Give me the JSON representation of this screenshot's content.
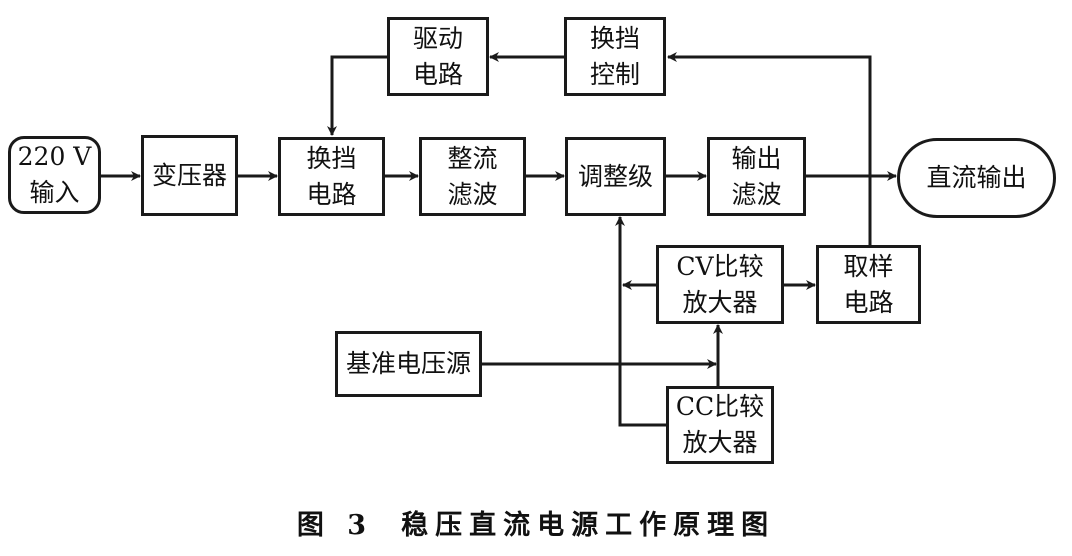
{
  "diagram": {
    "title": "稳压直流电源工作原理图",
    "figure_label": "图 3",
    "nodes": {
      "input": {
        "lines": [
          "220 V",
          "输入"
        ]
      },
      "transformer": {
        "lines": [
          "变压器"
        ]
      },
      "range_switch": {
        "lines": [
          "换挡",
          "电路"
        ]
      },
      "rectifier": {
        "lines": [
          "整流",
          "滤波"
        ]
      },
      "regulator": {
        "lines": [
          "调整级"
        ]
      },
      "out_filter": {
        "lines": [
          "输出",
          "滤波"
        ]
      },
      "dc_output": {
        "lines": [
          "直流输出"
        ]
      },
      "driver": {
        "lines": [
          "驱动",
          "电路"
        ]
      },
      "range_ctrl": {
        "lines": [
          "换挡",
          "控制"
        ]
      },
      "sampling": {
        "lines": [
          "取样",
          "电路"
        ]
      },
      "cv_amp": {
        "lines": [
          "CV比较",
          "放大器"
        ]
      },
      "reference": {
        "lines": [
          "基准电压源"
        ]
      },
      "cc_amp": {
        "lines": [
          "CC比较",
          "放大器"
        ]
      }
    },
    "edges": [
      {
        "from": "input",
        "to": "transformer"
      },
      {
        "from": "transformer",
        "to": "range_switch"
      },
      {
        "from": "range_switch",
        "to": "rectifier"
      },
      {
        "from": "rectifier",
        "to": "regulator"
      },
      {
        "from": "regulator",
        "to": "out_filter"
      },
      {
        "from": "out_filter",
        "to": "dc_output"
      },
      {
        "from": "sampling",
        "to": "range_ctrl"
      },
      {
        "from": "range_ctrl",
        "to": "driver"
      },
      {
        "from": "driver",
        "to": "range_switch"
      },
      {
        "from": "cv_amp",
        "to": "sampling"
      },
      {
        "from": "cv_amp",
        "to": "regulator"
      },
      {
        "from": "cc_amp",
        "to": "regulator"
      },
      {
        "from": "reference",
        "to": "cv_amp"
      },
      {
        "from": "cc_amp",
        "to": "cv_amp"
      }
    ]
  }
}
